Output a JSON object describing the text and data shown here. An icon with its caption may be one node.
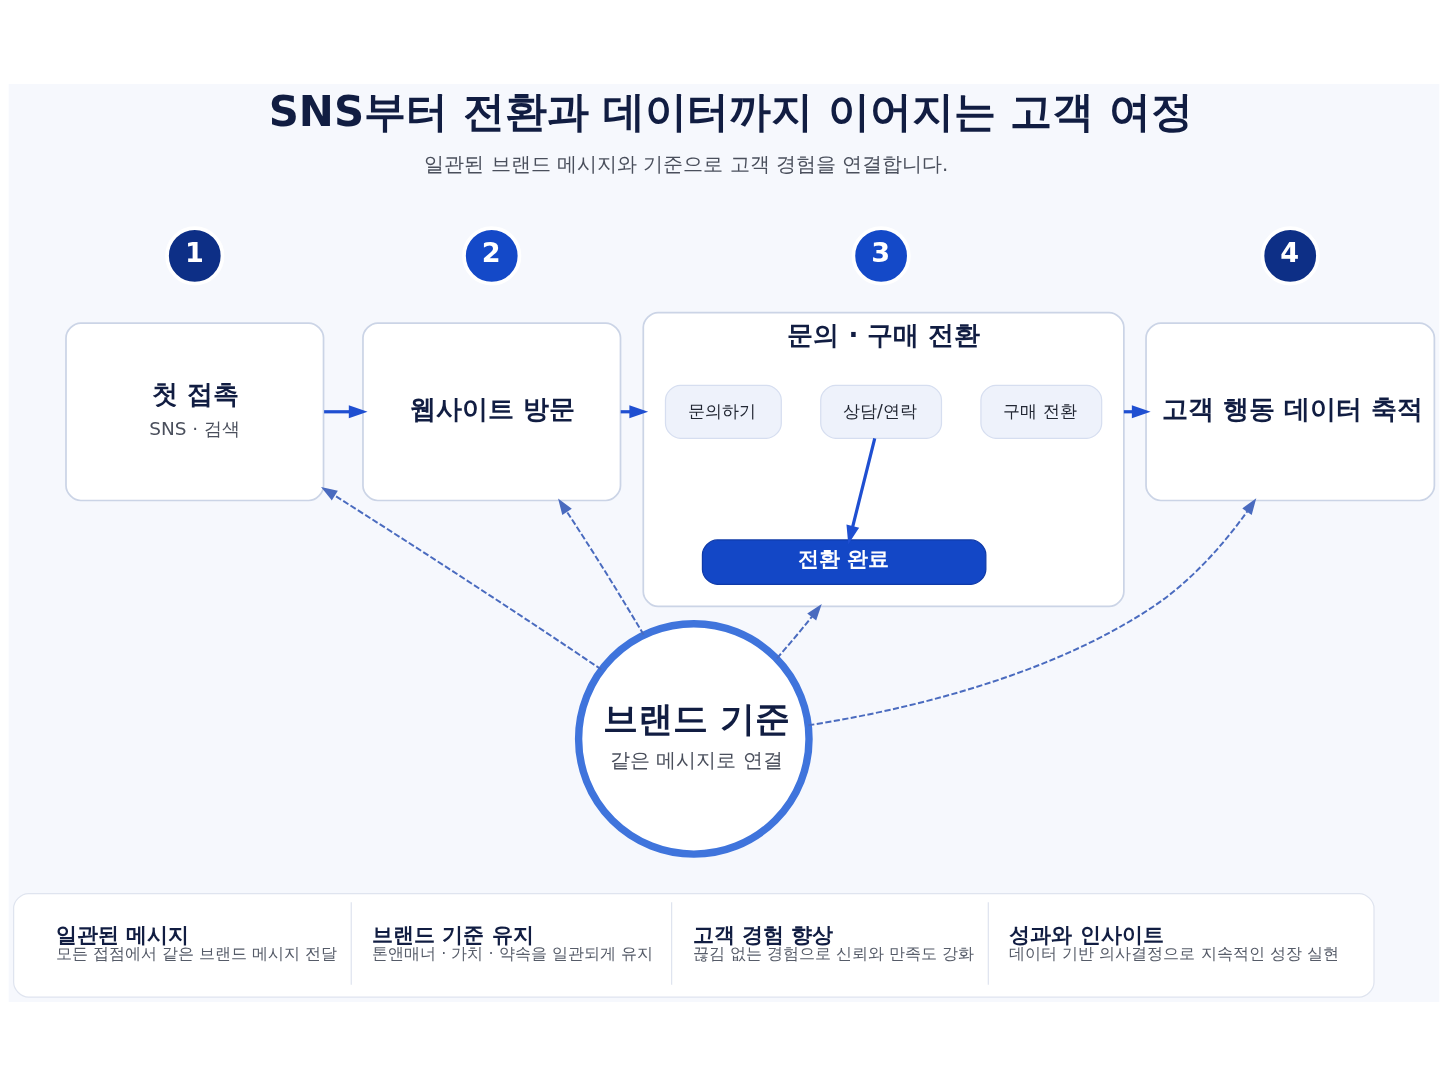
{
  "diagram": {
    "title": "SNS부터 전환과 데이터까지 이어지는 고객 여정",
    "nodes": [
      {
        "text": [
          "1"
        ]
      },
      {
        "text": [
          "첫 접촉",
          "SNS · 검색"
        ]
      },
      {
        "text": [
          "2"
        ]
      },
      {
        "text": [
          "웹사이트 방문"
        ]
      },
      {
        "text": [
          "3"
        ]
      },
      {
        "text": [
          "문의 · 구매 전환"
        ]
      },
      {
        "text": [
          "문의하기"
        ],
        "in": 5
      },
      {
        "text": [
          "상담/연락"
        ],
        "in": 5
      },
      {
        "text": [
          "구매 전환"
        ],
        "in": 5
      },
      {
        "text": [
          "전환 완료"
        ],
        "in": 5
      },
      {
        "text": [
          "4"
        ]
      },
      {
        "text": [
          "고객 행동 데이터 축적"
        ]
      },
      {
        "text": [
          "브랜드 기준",
          "같은 메시지로 연결"
        ]
      },
      {
        "text": [
          "일관된 메시지",
          "모든 접점에서 같은 브랜드 메시지 전달",
          "브랜드 기준 유지",
          "톤앤매너 · 가치 · 약속을 일관되게 유지",
          "고객 경험 향상",
          "끊김 없는 경험으로 신뢰와 만족도 강화",
          "성과와 인사이트",
          "데이터 기반 의사결정으로 지속적인 성장 실현"
        ]
      }
    ],
    "edges": [
      {
        "from": 1,
        "to": 3,
        "arrow": "to"
      },
      {
        "from": 3,
        "to": 5,
        "arrow": "to"
      },
      {
        "from": 5,
        "to": 11,
        "arrow": "to"
      },
      {
        "from": 7,
        "to": 9,
        "arrow": "to"
      },
      {
        "from": 12,
        "to": 1,
        "arrow": "to",
        "style": "dashed"
      },
      {
        "from": 12,
        "to": 3,
        "arrow": "to",
        "style": "dashed"
      },
      {
        "from": 12,
        "to": 5,
        "arrow": "to",
        "style": "dashed"
      },
      {
        "from": 12,
        "to": 11,
        "arrow": "to",
        "style": "dashed"
      }
    ],
    "labels": [
      "일관된 브랜드 메시지와 기준으로 고객 경험을 연결합니다."
    ]
  }
}
